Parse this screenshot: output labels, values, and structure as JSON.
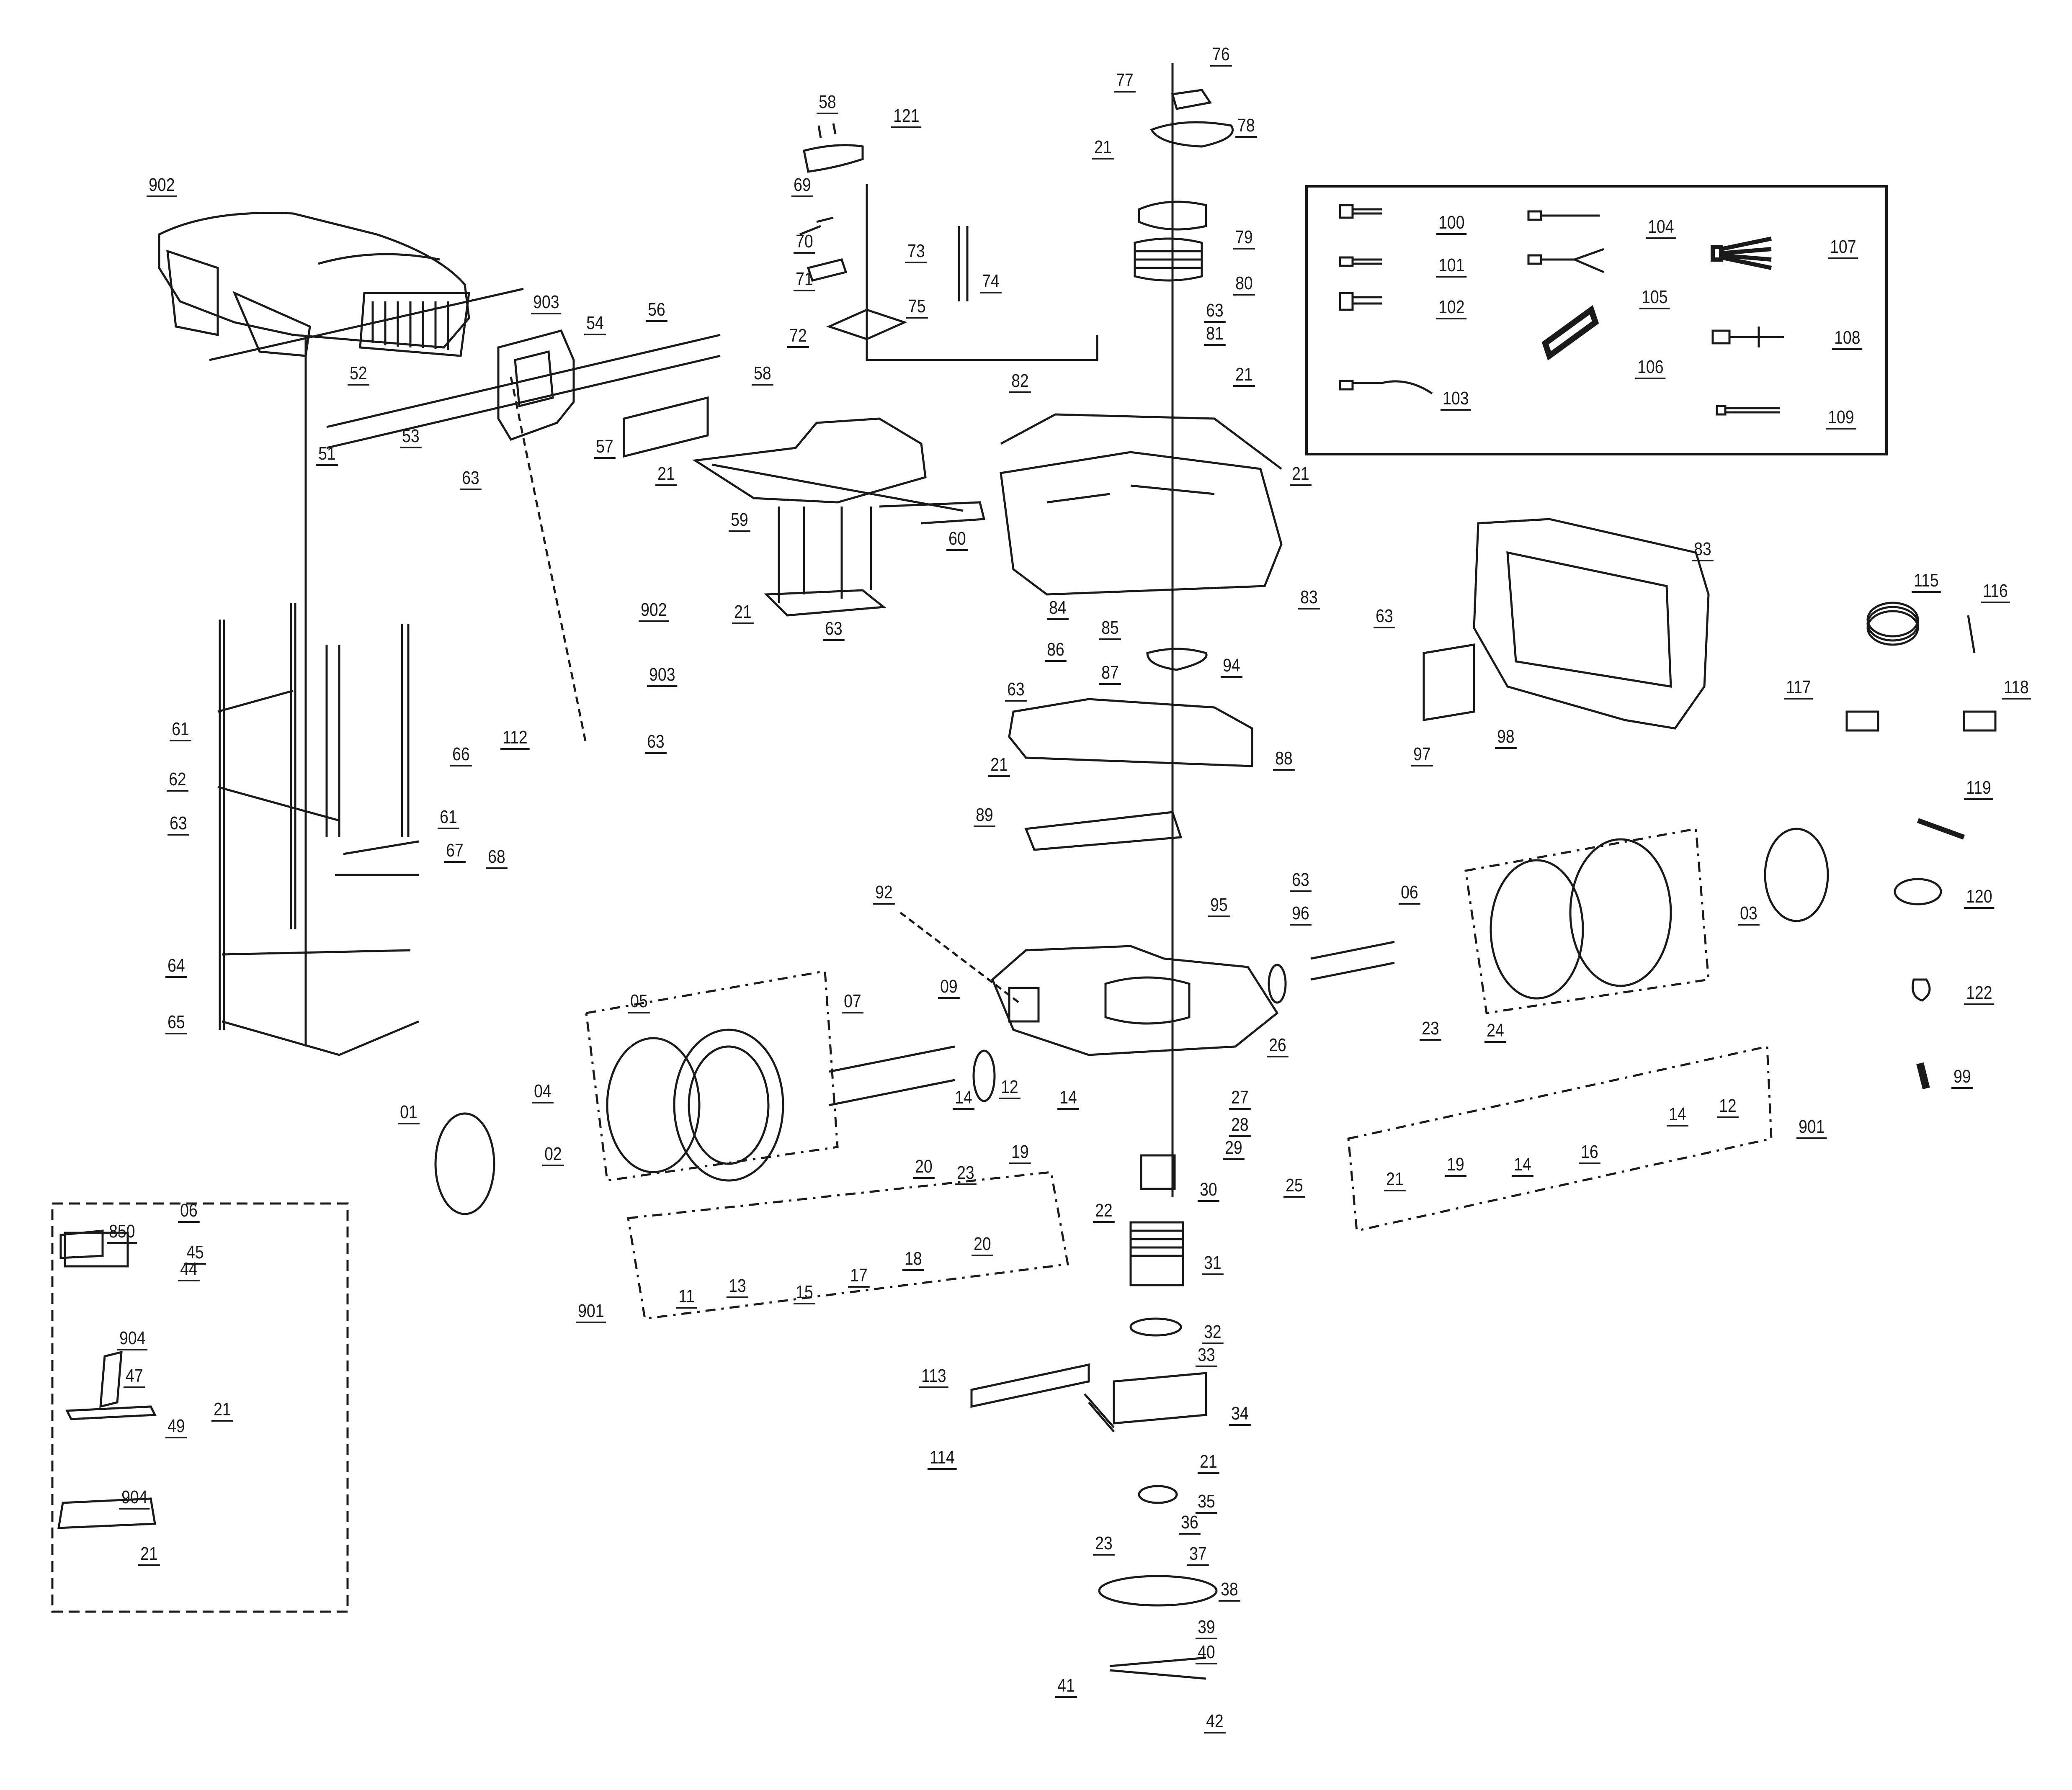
{
  "diagram": {
    "type": "exploded-parts-diagram",
    "subject": "robotic lawn mower",
    "colors": {
      "line": "#1a1a1a",
      "background": "#ffffff"
    }
  },
  "labels": {
    "l902a": "902",
    "l903a": "903",
    "l54": "54",
    "l56": "56",
    "l52": "52",
    "l53": "53",
    "l51": "51",
    "l58a": "58",
    "l57": "57",
    "l63a": "63",
    "l21a": "21",
    "l59": "59",
    "l60": "60",
    "l21b": "21",
    "l63b": "63",
    "l58b": "58",
    "l121": "121",
    "l69": "69",
    "l70": "70",
    "l71": "71",
    "l72": "72",
    "l73": "73",
    "l74": "74",
    "l75": "75",
    "l76": "76",
    "l77": "77",
    "l78": "78",
    "l21c": "21",
    "l79": "79",
    "l80": "80",
    "l63c": "63",
    "l81": "81",
    "l21d": "21",
    "l82": "82",
    "l21e": "21",
    "l83a": "83",
    "l84": "84",
    "l85": "85",
    "l86": "86",
    "l87": "87",
    "l63d": "63",
    "l94": "94",
    "l88": "88",
    "l21f": "21",
    "l89": "89",
    "l100": "100",
    "l101": "101",
    "l102": "102",
    "l103": "103",
    "l104": "104",
    "l105": "105",
    "l106": "106",
    "l107": "107",
    "l108": "108",
    "l109": "109",
    "l83b": "83",
    "l63e": "63",
    "l97": "97",
    "l98": "98",
    "l115": "115",
    "l116": "116",
    "l117": "117",
    "l118": "118",
    "l119": "119",
    "l120": "120",
    "l122": "122",
    "l99": "99",
    "l902b": "902",
    "l903b": "903",
    "l112": "112",
    "l63f": "63",
    "l61a": "61",
    "l62": "62",
    "l66": "66",
    "l63g": "63",
    "l61b": "61",
    "l67": "67",
    "l68": "68",
    "l64": "64",
    "l65": "65",
    "l92": "92",
    "l95": "95",
    "l63h": "63",
    "l96": "96",
    "l06a": "06",
    "l03": "03",
    "l05": "05",
    "l07": "07",
    "l09": "09",
    "l26": "26",
    "l01": "01",
    "l04": "04",
    "l02": "02",
    "l14a": "14",
    "l12a": "12",
    "l14b": "14",
    "l20a": "20",
    "l23a": "23",
    "l19a": "19",
    "l27": "27",
    "l28": "28",
    "l29": "29",
    "l23b": "23",
    "l24": "24",
    "l25": "25",
    "l21g": "21",
    "l19b": "19",
    "l14c": "14",
    "l16": "16",
    "l14d": "14",
    "l12b": "12",
    "l901a": "901",
    "l22": "22",
    "l30": "30",
    "l31": "31",
    "l11": "11",
    "l13": "13",
    "l15": "15",
    "l17": "17",
    "l18": "18",
    "l20b": "20",
    "l901b": "901",
    "l32": "32",
    "l33": "33",
    "l113": "113",
    "l34": "34",
    "l114": "114",
    "l21h": "21",
    "l35": "35",
    "l36": "36",
    "l23c": "23",
    "l37": "37",
    "l38": "38",
    "l39": "39",
    "l40": "40",
    "l41": "41",
    "l42": "42",
    "l850": "850",
    "l06b": "06",
    "l45": "45",
    "l44": "44",
    "l904a": "904",
    "l47": "47",
    "l21i": "21",
    "l49": "49",
    "l904b": "904",
    "l21j": "21"
  }
}
